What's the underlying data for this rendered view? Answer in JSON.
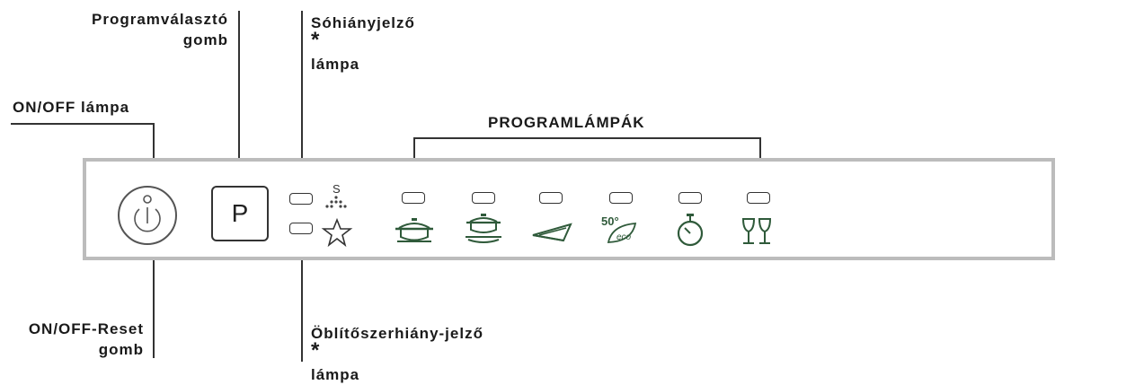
{
  "labels": {
    "program_selector": [
      "Programválasztó",
      "gomb"
    ],
    "salt": [
      "Sóhiányjelző",
      "lámpa"
    ],
    "onoff_lamp": "ON/OFF lámpa",
    "program_lamps": "PROGRAMLÁMPÁK",
    "onoff_reset": [
      "ON/OFF-Reset",
      "gomb"
    ],
    "rinse": [
      "Öblítőszerhiány-jelző",
      "lámpa"
    ],
    "asterisk": "*"
  },
  "panel": {
    "p_button": "P",
    "salt_icon_letter": "S",
    "eco_icon_text": "50°",
    "eco_icon_sub": "eco"
  },
  "icons": [
    "power-icon",
    "salt-icon",
    "rinse-aid-star-icon",
    "pot-icon",
    "pot-and-plate-icon",
    "plate-icon",
    "eco-50-leaf-icon",
    "timer-icon",
    "glasses-icon"
  ]
}
